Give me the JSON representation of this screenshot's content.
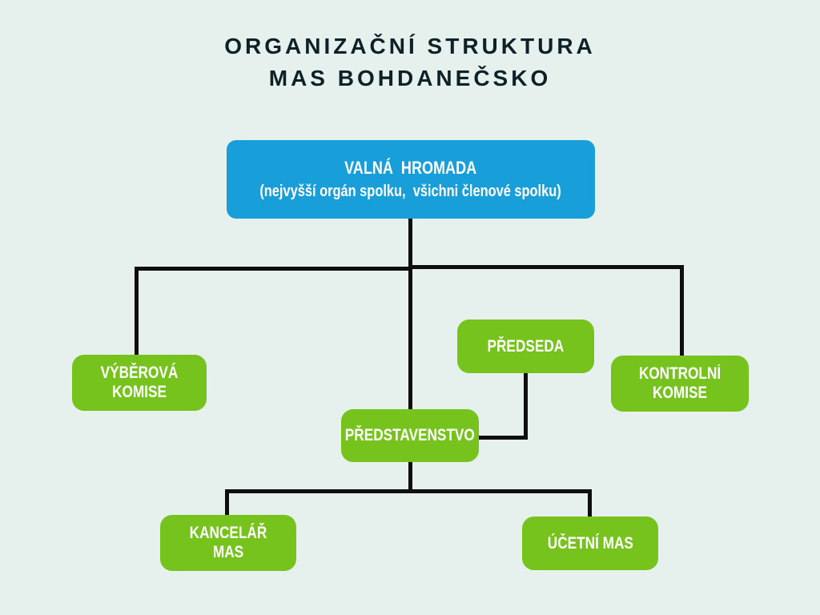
{
  "title": {
    "line1": "ORGANIZAČNÍ STRUKTURA",
    "line2": "MAS BOHDANEČSKO"
  },
  "nodes": {
    "valna_hromada": {
      "title": "VALNÁ  HROMADA",
      "subtitle": "(nejvyšší orgán spolku,  všichni členové spolku)"
    },
    "vyberova_komise": {
      "label": "VÝBĚROVÁ KOMISE"
    },
    "predseda": {
      "label": "PŘEDSEDA"
    },
    "kontrolni_komise": {
      "label": "KONTROLNÍ KOMISE"
    },
    "predstavenstvo": {
      "label": "PŘEDSTAVENSTVO"
    },
    "kancelar_mas": {
      "label": "KANCELÁŘ MAS"
    },
    "ucetni_mas": {
      "label": "ÚČETNÍ MAS"
    }
  },
  "edges": [
    [
      "valna_hromada",
      "vyberova_komise"
    ],
    [
      "valna_hromada",
      "predstavenstvo"
    ],
    [
      "valna_hromada",
      "kontrolni_komise"
    ],
    [
      "predseda",
      "predstavenstvo"
    ],
    [
      "predstavenstvo",
      "kancelar_mas"
    ],
    [
      "predstavenstvo",
      "ucetni_mas"
    ]
  ],
  "colors": {
    "background": "#e6f0ed",
    "top_node": "#189fd9",
    "sub_node": "#76c31d",
    "connector": "#0f0f0f",
    "title_text": "#0d2127",
    "node_text": "#ffffff"
  }
}
